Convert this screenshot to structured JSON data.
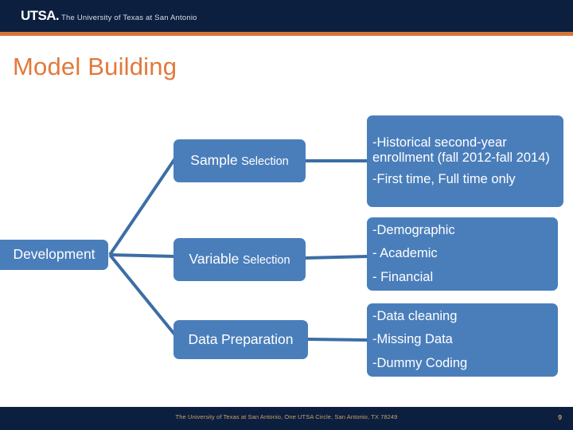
{
  "header": {
    "logo_mark": "UTSA.",
    "logo_tagline": "The University of Texas at San Antonio",
    "navy": "#0c1f3f",
    "accent": "#d4763a"
  },
  "title": "Model Building",
  "diagram": {
    "node_color": "#4a7ebb",
    "connector_color": "#3c6ea5",
    "root": {
      "label": "Development"
    },
    "stages": [
      {
        "id": "sample-selection",
        "label_primary": "Sample",
        "label_secondary": "Selection",
        "details": [
          "-Historical second-year enrollment (fall 2012-fall 2014)",
          "-First time, Full time only"
        ]
      },
      {
        "id": "variable-selection",
        "label_primary": "Variable",
        "label_secondary": "Selection",
        "details": [
          "-Demographic",
          "- Academic",
          "- Financial"
        ]
      },
      {
        "id": "data-preparation",
        "label_primary": "Data",
        "label_secondary": "Preparation",
        "details": [
          "-Data cleaning",
          "-Missing Data",
          "-Dummy Coding"
        ]
      }
    ]
  },
  "footer": {
    "address": "The University of Texas at San Antonio, One UTSA Circle, San Antonio, TX 78249",
    "page_number": "9",
    "text_color": "#c9a06a"
  }
}
